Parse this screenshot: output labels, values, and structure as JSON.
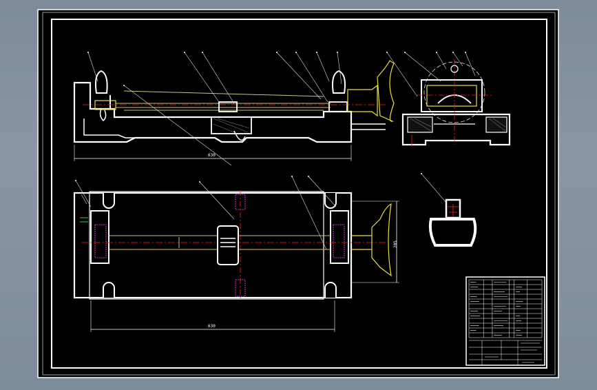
{
  "drawing": {
    "background": "#000000",
    "frame_color": "#ffffff",
    "shaft_color": "#c8c878",
    "centerline_color": "#ff2020",
    "hatch_color": "#ff40ff",
    "leader_color": "#e0e0e0",
    "dimensions": {
      "front_length": "630",
      "plan_length": "630",
      "plan_width": "205"
    }
  },
  "title_block": {
    "rows": 12,
    "cols": 6
  }
}
